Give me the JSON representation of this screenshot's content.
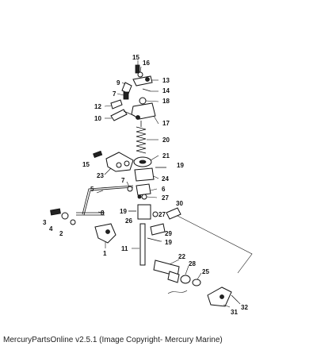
{
  "callouts": {
    "c1": "1",
    "c2": "2",
    "c3": "3",
    "c4": "4",
    "c5": "5",
    "c6": "6",
    "c7": "7",
    "c8": "8",
    "c9": "9",
    "c10": "10",
    "c11": "11",
    "c12": "12",
    "c13": "13",
    "c14": "14",
    "c15a": "15",
    "c15b": "15",
    "c16": "16",
    "c17": "17",
    "c18": "18",
    "c19a": "19",
    "c19b": "19",
    "c19c": "19",
    "c20": "20",
    "c21": "21",
    "c22": "22",
    "c23": "23",
    "c24": "24",
    "c25": "25",
    "c26": "26",
    "c27a": "27",
    "c27b": "27",
    "c28": "28",
    "c29": "29",
    "c30": "30",
    "c31": "31",
    "c32": "32"
  },
  "footer": {
    "text": "MercuryPartsOnline v2.5.1 (Image Copyright- Mercury Marine)"
  }
}
